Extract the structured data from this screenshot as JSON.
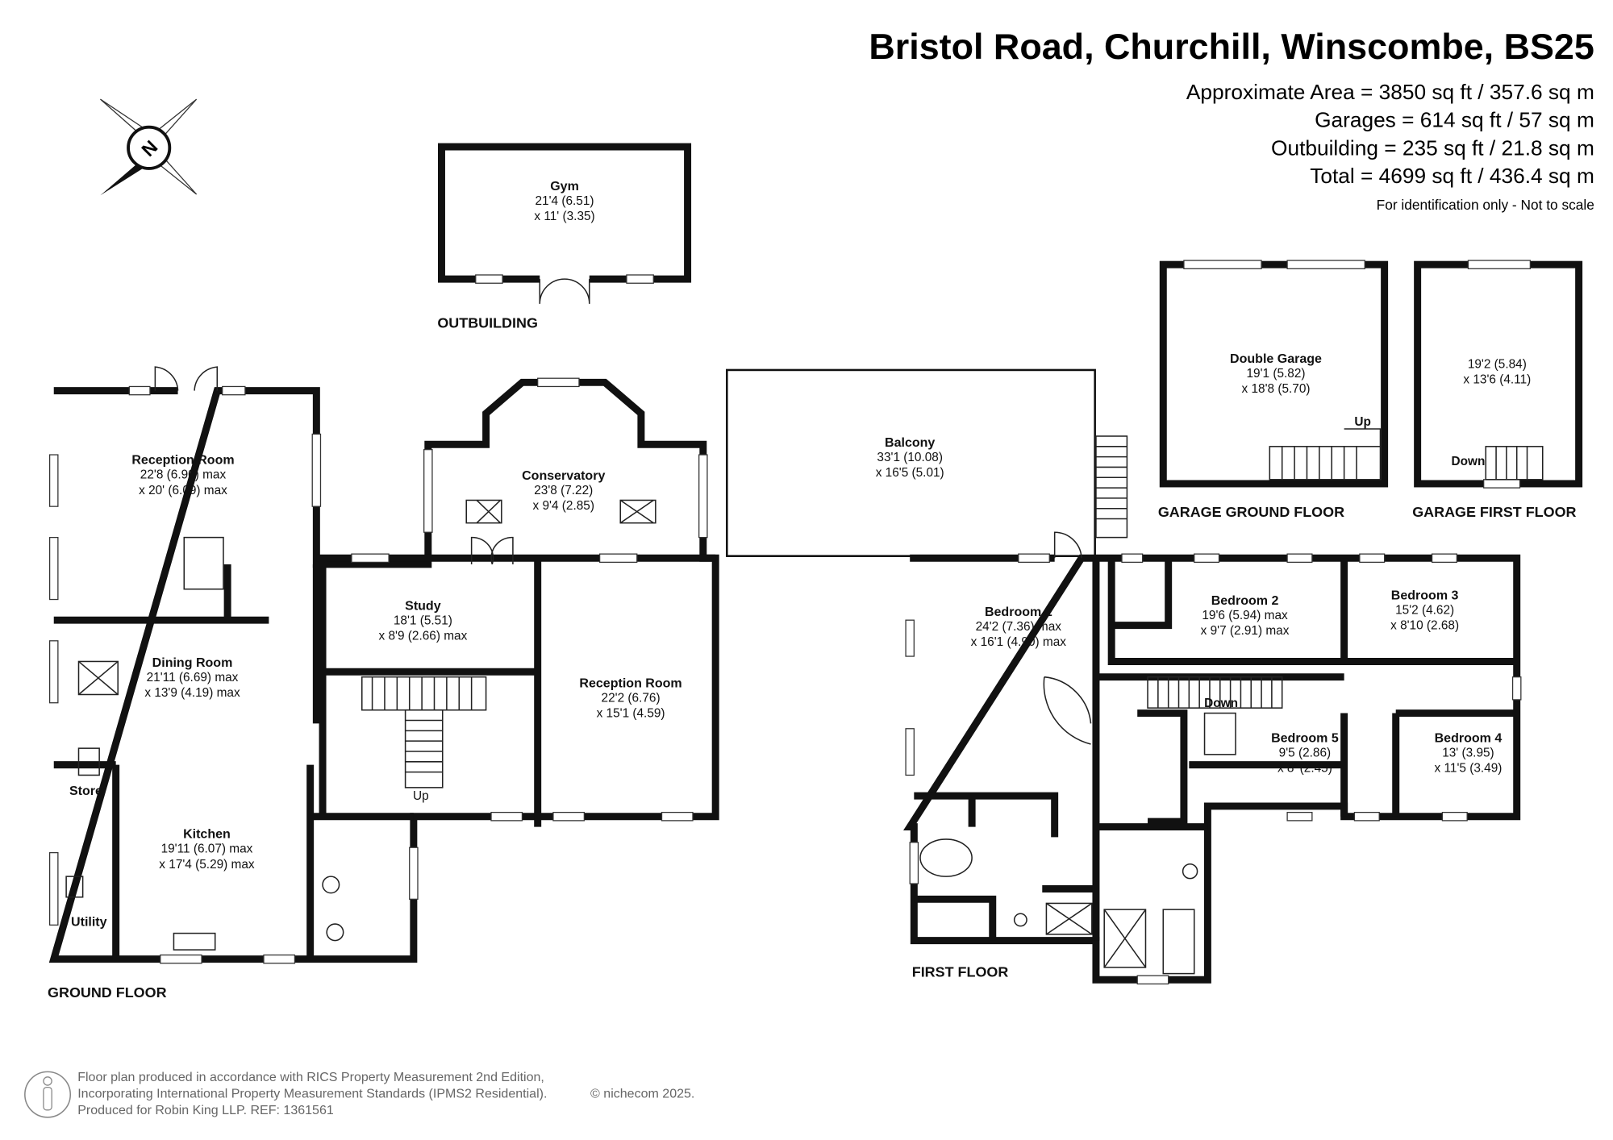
{
  "header": {
    "title": "Bristol Road, Churchill, Winscombe, BS25",
    "areas": [
      "Approximate Area = 3850 sq ft / 357.6 sq m",
      "Garages = 614 sq ft / 57 sq m",
      "Outbuilding = 235 sq ft / 21.8 sq m",
      "Total = 4699 sq ft / 436.4 sq m"
    ],
    "note": "For identification only - Not to scale"
  },
  "compass": {
    "label": "N"
  },
  "floors": {
    "ground": "GROUND FLOOR",
    "first": "FIRST FLOOR",
    "outbuilding": "OUTBUILDING",
    "garage_ground": "GARAGE GROUND FLOOR",
    "garage_first": "GARAGE FIRST FLOOR"
  },
  "rooms": {
    "gym": {
      "name": "Gym",
      "d1": "21'4 (6.51)",
      "d2": "x 11' (3.35)"
    },
    "reception1": {
      "name": "Reception Room",
      "d1": "22'8 (6.90) max",
      "d2": "x 20' (6.09) max"
    },
    "conservatory": {
      "name": "Conservatory",
      "d1": "23'8 (7.22)",
      "d2": "x 9'4 (2.85)"
    },
    "study": {
      "name": "Study",
      "d1": "18'1 (5.51)",
      "d2": "x 8'9 (2.66) max"
    },
    "dining": {
      "name": "Dining Room",
      "d1": "21'11 (6.69) max",
      "d2": "x 13'9 (4.19) max"
    },
    "reception2": {
      "name": "Reception Room",
      "d1": "22'2 (6.76)",
      "d2": "x 15'1 (4.59)"
    },
    "store": {
      "name": "Store"
    },
    "kitchen": {
      "name": "Kitchen",
      "d1": "19'11 (6.07) max",
      "d2": "x 17'4 (5.29) max"
    },
    "utility": {
      "name": "Utility"
    },
    "balcony": {
      "name": "Balcony",
      "d1": "33'1 (10.08)",
      "d2": "x 16'5 (5.01)"
    },
    "double_garage": {
      "name": "Double Garage",
      "d1": "19'1 (5.82)",
      "d2": "x 18'8 (5.70)"
    },
    "garage_first": {
      "d1": "19'2 (5.84)",
      "d2": "x 13'6 (4.11)"
    },
    "bedroom1": {
      "name": "Bedroom 1",
      "d1": "24'2 (7.36) max",
      "d2": "x 16'1 (4.90) max"
    },
    "bedroom2": {
      "name": "Bedroom 2",
      "d1": "19'6 (5.94) max",
      "d2": "x 9'7 (2.91) max"
    },
    "bedroom3": {
      "name": "Bedroom 3",
      "d1": "15'2 (4.62)",
      "d2": "x 8'10 (2.68)"
    },
    "bedroom4": {
      "name": "Bedroom 4",
      "d1": "13' (3.95)",
      "d2": "x 11'5 (3.49)"
    },
    "bedroom5": {
      "name": "Bedroom 5",
      "d1": "9'5 (2.86)",
      "d2": "x 8' (2.45)"
    }
  },
  "stairs": {
    "up": "Up",
    "down": "Down"
  },
  "footer": {
    "lines": [
      "Floor plan produced in accordance with RICS Property Measurement 2nd Edition,",
      "Incorporating International Property Measurement Standards (IPMS2 Residential).",
      "Produced for Robin King LLP.   REF: 1361561"
    ],
    "copyright": "© nichecom 2025."
  }
}
